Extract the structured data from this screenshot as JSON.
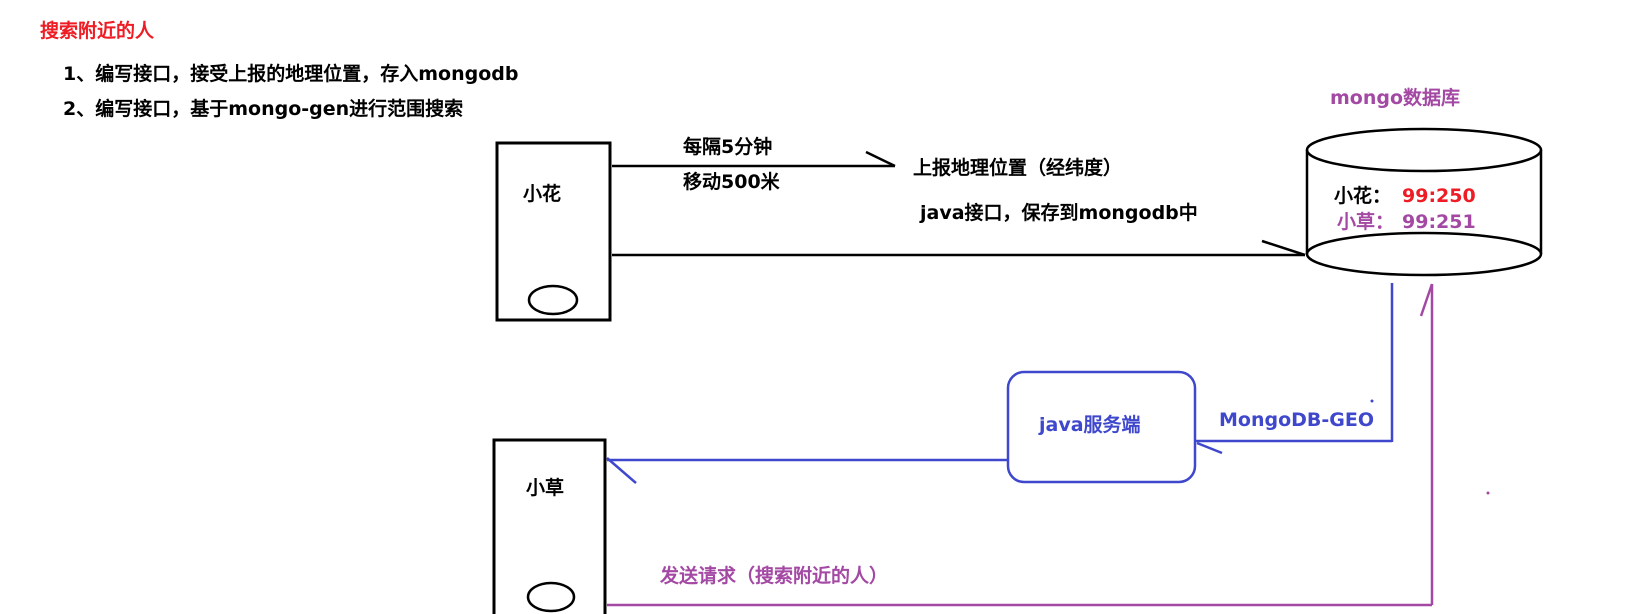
{
  "title": "搜索附近的人",
  "steps": [
    "1、编写接口，接受上报的地理位置，存入mongodb",
    "2、编写接口，基于mongo-gen进行范围搜索"
  ],
  "phone_xiaohua": {
    "label": "小花"
  },
  "phone_xiaocao": {
    "label": "小草"
  },
  "report": {
    "interval": "每隔5分钟",
    "distance": "移动500米",
    "action": "上报地理位置（经纬度）",
    "save": "java接口，保存到mongodb中"
  },
  "database": {
    "title": "mongo数据库",
    "records": [
      {
        "name": "小花：",
        "value": "99:250"
      },
      {
        "name": "小草：",
        "value": "99:251"
      }
    ]
  },
  "server": {
    "label": "java服务端"
  },
  "geo_label": "MongoDB-GEO",
  "request_label": "发送请求（搜索附近的人）",
  "colors": {
    "black": "#000000",
    "red": "#ee1c24",
    "purple": "#a349a4",
    "blue": "#3f48cc"
  }
}
